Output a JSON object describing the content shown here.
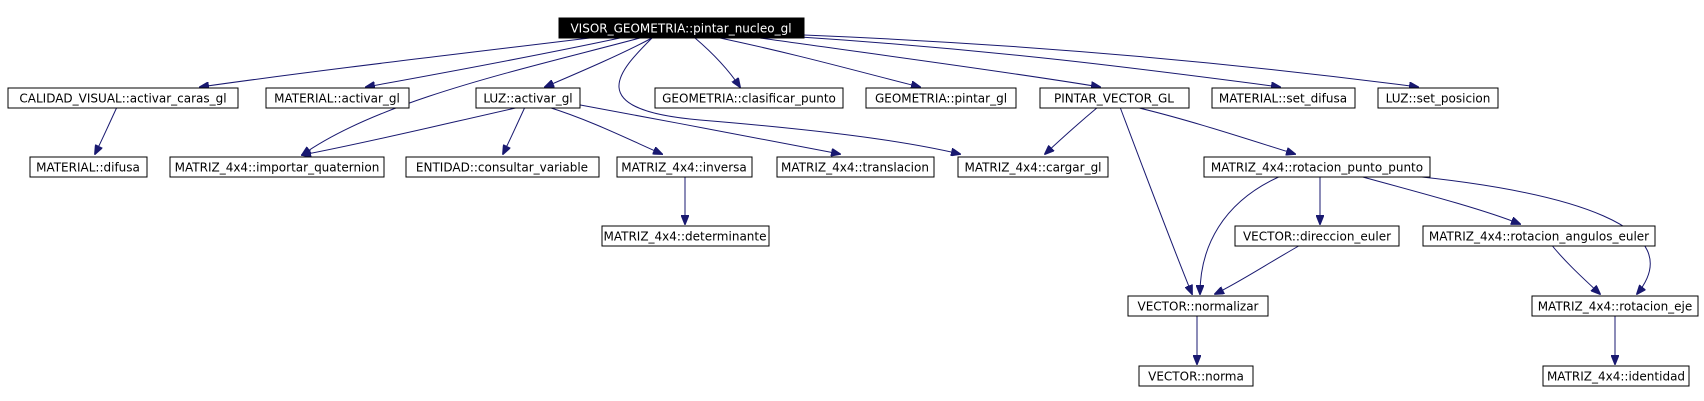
{
  "colors": {
    "edge": "#191970",
    "root_fill": "#000000",
    "root_text": "#ffffff",
    "node_fill": "#ffffff",
    "node_border": "#000000"
  },
  "nodes": {
    "root": "VISOR_GEOMETRIA::pintar_nucleo_gl",
    "calidad_activar_caras": "CALIDAD_VISUAL::activar_caras_gl",
    "material_activar": "MATERIAL::activar_gl",
    "luz_activar": "LUZ::activar_gl",
    "geometria_clasificar": "GEOMETRIA::clasificar_punto",
    "geometria_pintar": "GEOMETRIA::pintar_gl",
    "pintar_vector": "PINTAR_VECTOR_GL",
    "material_set_difusa": "MATERIAL::set_difusa",
    "luz_set_posicion": "LUZ::set_posicion",
    "material_difusa": "MATERIAL::difusa",
    "matriz_importar_quaternion": "MATRIZ_4x4::importar_quaternion",
    "entidad_consultar": "ENTIDAD::consultar_variable",
    "matriz_inversa": "MATRIZ_4x4::inversa",
    "matriz_translacion": "MATRIZ_4x4::translacion",
    "matriz_cargar": "MATRIZ_4x4::cargar_gl",
    "matriz_rotacion_pp": "MATRIZ_4x4::rotacion_punto_punto",
    "matriz_determinante": "MATRIZ_4x4::determinante",
    "vector_direccion_euler": "VECTOR::direccion_euler",
    "matriz_rotacion_euler": "MATRIZ_4x4::rotacion_angulos_euler",
    "vector_normalizar": "VECTOR::normalizar",
    "matriz_rotacion_eje": "MATRIZ_4x4::rotacion_eje",
    "vector_norma": "VECTOR::norma",
    "matriz_identidad": "MATRIZ_4x4::identidad"
  },
  "edges": [
    [
      "root",
      "calidad_activar_caras"
    ],
    [
      "root",
      "material_activar"
    ],
    [
      "root",
      "luz_activar"
    ],
    [
      "root",
      "matriz_importar_quaternion"
    ],
    [
      "root",
      "matriz_cargar"
    ],
    [
      "root",
      "geometria_clasificar"
    ],
    [
      "root",
      "geometria_pintar"
    ],
    [
      "root",
      "pintar_vector"
    ],
    [
      "root",
      "material_set_difusa"
    ],
    [
      "root",
      "luz_set_posicion"
    ],
    [
      "calidad_activar_caras",
      "material_difusa"
    ],
    [
      "luz_activar",
      "matriz_importar_quaternion"
    ],
    [
      "luz_activar",
      "entidad_consultar"
    ],
    [
      "luz_activar",
      "matriz_inversa"
    ],
    [
      "luz_activar",
      "matriz_translacion"
    ],
    [
      "matriz_inversa",
      "matriz_determinante"
    ],
    [
      "pintar_vector",
      "matriz_cargar"
    ],
    [
      "pintar_vector",
      "matriz_rotacion_pp"
    ],
    [
      "pintar_vector",
      "vector_normalizar"
    ],
    [
      "matriz_rotacion_pp",
      "vector_direccion_euler"
    ],
    [
      "matriz_rotacion_pp",
      "matriz_rotacion_euler"
    ],
    [
      "matriz_rotacion_pp",
      "vector_normalizar"
    ],
    [
      "matriz_rotacion_pp",
      "matriz_rotacion_eje"
    ],
    [
      "vector_direccion_euler",
      "vector_normalizar"
    ],
    [
      "matriz_rotacion_euler",
      "matriz_rotacion_eje"
    ],
    [
      "vector_normalizar",
      "vector_norma"
    ],
    [
      "matriz_rotacion_eje",
      "matriz_identidad"
    ]
  ]
}
